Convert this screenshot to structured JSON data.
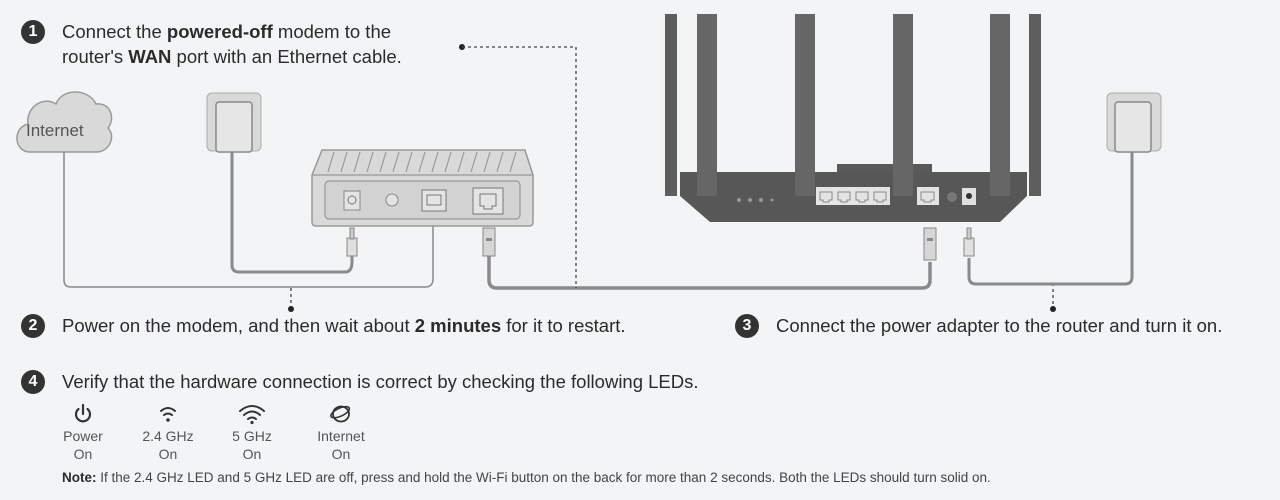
{
  "steps": [
    {
      "number": "1",
      "text_parts": [
        "Connect the ",
        "powered-off",
        " modem to the"
      ],
      "line2_parts": [
        "router's ",
        "WAN",
        " port with an Ethernet cable."
      ]
    },
    {
      "number": "2",
      "text_parts": [
        "Power on the modem, and then wait about ",
        "2 minutes",
        " for it to restart."
      ]
    },
    {
      "number": "3",
      "text": "Connect the power adapter to the router and turn it on."
    },
    {
      "number": "4",
      "text": "Verify that the hardware connection is correct by checking the following LEDs."
    }
  ],
  "diagram": {
    "cloud_label": "Internet",
    "colors": {
      "background": "#f3f4f6",
      "badge": "#333333",
      "cable": "#8a8a8a",
      "device_light": "#d9d9d9",
      "router_dark": "#555555"
    }
  },
  "leds": [
    {
      "icon": "power-icon",
      "name": "Power",
      "state": "On"
    },
    {
      "icon": "wifi-2g-icon",
      "name": "2.4 GHz",
      "state": "On"
    },
    {
      "icon": "wifi-5g-icon",
      "name": "5 GHz",
      "state": "On"
    },
    {
      "icon": "internet-icon",
      "name": "Internet",
      "state": "On"
    }
  ],
  "note": {
    "label": "Note:",
    "text": " If the 2.4 GHz LED and 5 GHz LED are off, press and hold the Wi-Fi button on the back for more than 2 seconds. Both the LEDs should turn solid on."
  }
}
